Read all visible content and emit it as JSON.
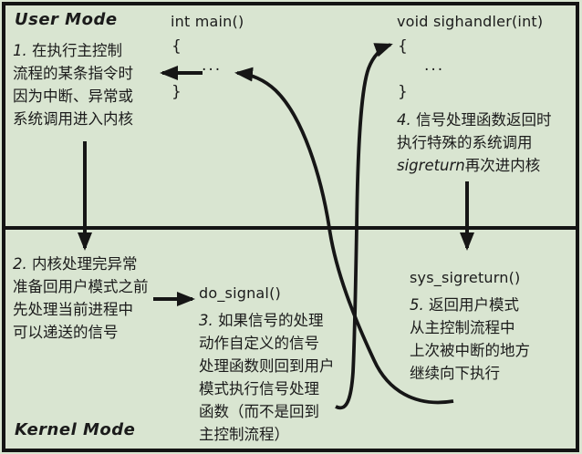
{
  "colors": {
    "background": "#d9e5d1",
    "line": "#161616",
    "text": "#1b1b1b"
  },
  "mode_labels": {
    "user": "User Mode",
    "kernel": "Kernel Mode"
  },
  "main_fn": {
    "title": "int main()",
    "brace_open": "{",
    "dots": "...",
    "brace_close": "}"
  },
  "sighandler_fn": {
    "title": "void sighandler(int)",
    "brace_open": "{",
    "dots": "...",
    "brace_close": "}"
  },
  "do_signal_label": "do_signal()",
  "sys_sigreturn_label": "sys_sigreturn()",
  "steps": {
    "step1": {
      "num": "1.",
      "text": " 在执行主控制\n流程的某条指令时\n因为中断、异常或\n系统调用进入内核"
    },
    "step2": {
      "num": "2.",
      "text": " 内核处理完异常\n准备回用户模式之前\n先处理当前进程中\n可以递送的信号"
    },
    "step3": {
      "num": "3.",
      "text": " 如果信号的处理\n动作自定义的信号\n处理函数则回到用户\n模式执行信号处理\n函数（而不是回到\n主控制流程）"
    },
    "step4": {
      "num": "4.",
      "text_before": " 信号处理函数返回时\n执行特殊的系统调用\n",
      "italic": "sigreturn",
      "text_after": "再次进内核"
    },
    "step5": {
      "num": "5.",
      "text": " 返回用户模式\n从主控制流程中\n上次被中断的地方\n继续向下执行"
    }
  }
}
